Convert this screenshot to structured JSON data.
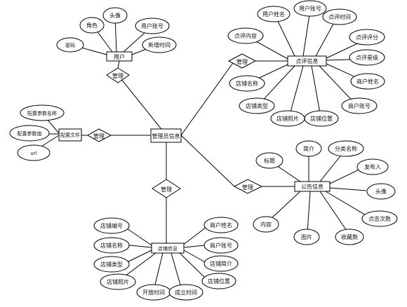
{
  "entities": [
    {
      "id": "user",
      "label": "用户"
    },
    {
      "id": "config",
      "label": "配置文件"
    },
    {
      "id": "admin",
      "label": "管理员信息"
    },
    {
      "id": "review",
      "label": "点评信息"
    },
    {
      "id": "notice",
      "label": "公告信息"
    },
    {
      "id": "shop",
      "label": "店铺信息"
    }
  ],
  "relationships": [
    {
      "id": "rel-user",
      "label": "管理"
    },
    {
      "id": "rel-config",
      "label": "管理"
    },
    {
      "id": "rel-review",
      "label": "管理"
    },
    {
      "id": "rel-notice",
      "label": "管理"
    },
    {
      "id": "rel-shop",
      "label": "管理"
    }
  ],
  "attributes": [
    {
      "id": "user-password",
      "label": "密码"
    },
    {
      "id": "user-role",
      "label": "角色"
    },
    {
      "id": "user-avatar",
      "label": "头像"
    },
    {
      "id": "user-account",
      "label": "用户账号"
    },
    {
      "id": "user-created",
      "label": "新增时间"
    },
    {
      "id": "config-name",
      "label": "配置参数名称"
    },
    {
      "id": "config-value",
      "label": "配置参数值"
    },
    {
      "id": "config-url",
      "label": "url"
    },
    {
      "id": "review-username",
      "label": "用户姓名"
    },
    {
      "id": "review-account",
      "label": "用户账号"
    },
    {
      "id": "review-time",
      "label": "点评时间"
    },
    {
      "id": "review-content",
      "label": "点评内容"
    },
    {
      "id": "review-score",
      "label": "点评评分"
    },
    {
      "id": "review-level",
      "label": "点评星级"
    },
    {
      "id": "review-username2",
      "label": "商户姓名"
    },
    {
      "id": "review-shopname",
      "label": "店铺名称"
    },
    {
      "id": "review-account2",
      "label": "商户账号"
    },
    {
      "id": "review-shoptype",
      "label": "店铺类型"
    },
    {
      "id": "review-shopphoto",
      "label": "店铺照片"
    },
    {
      "id": "review-shoploc",
      "label": "店铺位置"
    },
    {
      "id": "notice-title",
      "label": "标题"
    },
    {
      "id": "notice-intro",
      "label": "简介"
    },
    {
      "id": "notice-category",
      "label": "分类名称"
    },
    {
      "id": "notice-publisher",
      "label": "发布人"
    },
    {
      "id": "notice-avatar",
      "label": "头像"
    },
    {
      "id": "notice-clicks",
      "label": "点击次数"
    },
    {
      "id": "notice-content",
      "label": "内容"
    },
    {
      "id": "notice-image",
      "label": "图片"
    },
    {
      "id": "notice-favs",
      "label": "收藏数"
    },
    {
      "id": "shop-number",
      "label": "店铺编号"
    },
    {
      "id": "shop-name",
      "label": "店铺名称"
    },
    {
      "id": "shop-type",
      "label": "店铺类型"
    },
    {
      "id": "shop-photo",
      "label": "店铺照片"
    },
    {
      "id": "shop-opentime",
      "label": "开放时间"
    },
    {
      "id": "shop-founded",
      "label": "成立时间"
    },
    {
      "id": "shop-ownername",
      "label": "商户姓名"
    },
    {
      "id": "shop-owneraccount",
      "label": "商户账号"
    },
    {
      "id": "shop-intro",
      "label": "店铺简介"
    },
    {
      "id": "shop-location",
      "label": "店铺位置"
    }
  ]
}
